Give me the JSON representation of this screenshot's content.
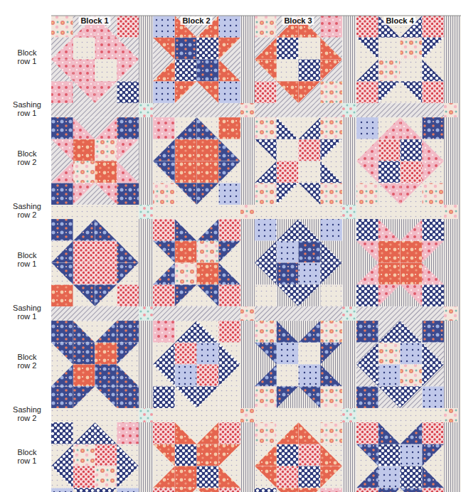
{
  "diagram": {
    "labels": [
      "Block 1",
      "Block 2",
      "Block 3",
      "Block 4",
      "Block row 1",
      "Sashing row 1",
      "Block row 2",
      "Sashing row 2",
      "Block row 1",
      "Sashing row 1",
      "Block row 2",
      "Sashing row 2",
      "Block row 1"
    ]
  }
}
